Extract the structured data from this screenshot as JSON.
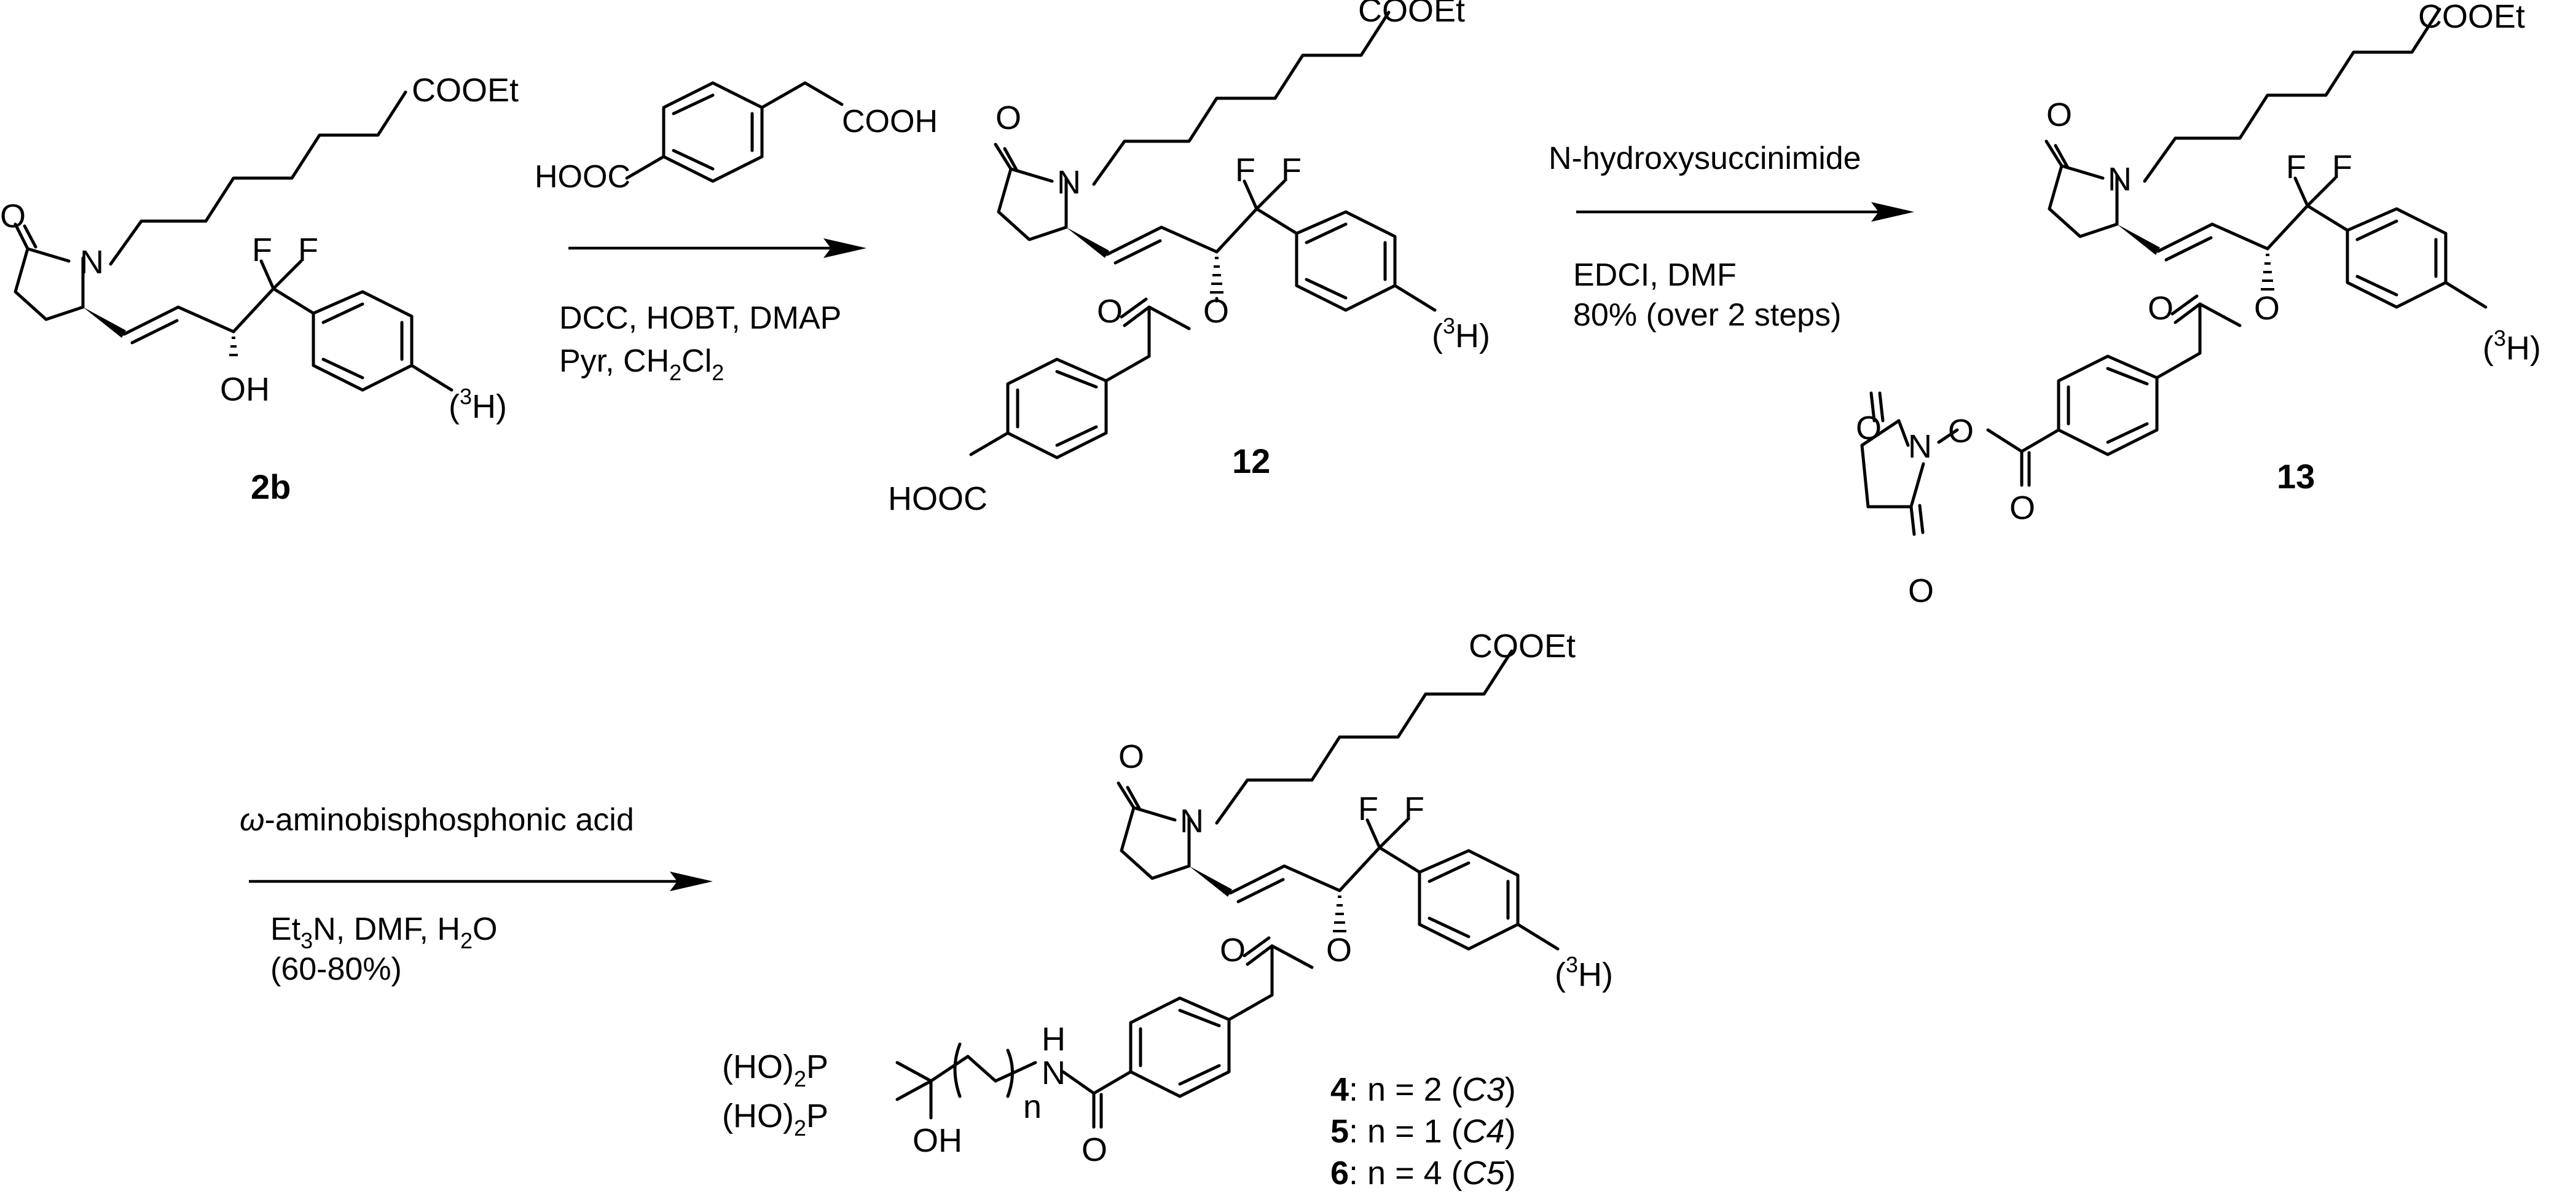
{
  "reactions": [
    {
      "reagent_label": "HOOC",
      "reagent_acid": "COOH",
      "conditions_line1": "DCC, HOBT, DMAP",
      "conditions_line2_prefix": "Pyr, CH",
      "conditions_line2_sub1": "2",
      "conditions_line2_mid": "Cl",
      "conditions_line2_sub2": "2"
    },
    {
      "reagent": "N-hydroxysuccinimide",
      "conditions_line1": "EDCI, DMF",
      "conditions_line2": "80% (over 2 steps)"
    },
    {
      "reagent_omega": "ω",
      "reagent_rest": "-aminobisphosphonic acid",
      "conditions_line1_a": "Et",
      "conditions_line1_sub1": "3",
      "conditions_line1_b": "N, DMF, H",
      "conditions_line1_sub2": "2",
      "conditions_line1_c": "O",
      "conditions_line2": "(60-80%)"
    }
  ],
  "compounds": {
    "c2b": {
      "label": "2b"
    },
    "c12": {
      "label": "12"
    },
    "c13": {
      "label": "13"
    }
  },
  "atoms": {
    "O": "O",
    "N": "N",
    "F": "F",
    "OH": "OH",
    "COOEt": "COOEt",
    "HOOC": "HOOC",
    "tritium_open": "(",
    "tritium_sup": "3",
    "tritium_close": "H)",
    "NH_N": "N",
    "NH_H": "H",
    "HO2P_a": "(HO)",
    "HO2P_sub": "2",
    "HO2P_b": "P",
    "n": "n"
  },
  "products": [
    {
      "num": "4",
      "text": ": n = 2  (",
      "code": "C3",
      "close": ")"
    },
    {
      "num": "5",
      "text": ": n = 1  (",
      "code": "C4",
      "close": ")"
    },
    {
      "num": "6",
      "text": ": n = 4  (",
      "code": "C5",
      "close": ")"
    }
  ]
}
